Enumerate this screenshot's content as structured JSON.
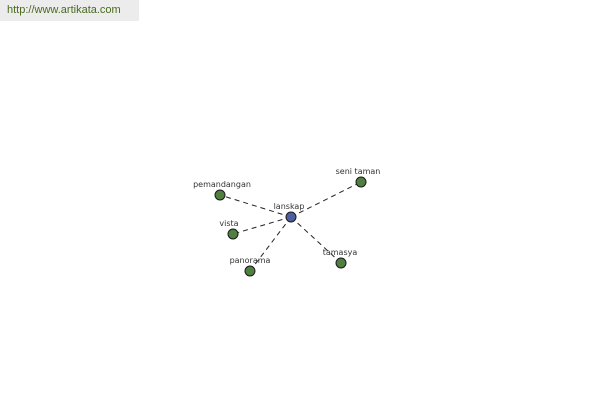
{
  "source": {
    "url_text": "http://www.artikata.com"
  },
  "colors": {
    "center_node": "#4d5fa0",
    "leaf_node": "#4f8040"
  },
  "graph": {
    "center": {
      "id": "lanskap",
      "label": "lanskap"
    },
    "nodes": [
      {
        "id": "seni-taman",
        "label": "seni taman"
      },
      {
        "id": "pemandangan",
        "label": "pemandangan"
      },
      {
        "id": "vista",
        "label": "vista"
      },
      {
        "id": "panorama",
        "label": "panorama"
      },
      {
        "id": "tamasya",
        "label": "tamasya"
      }
    ]
  }
}
